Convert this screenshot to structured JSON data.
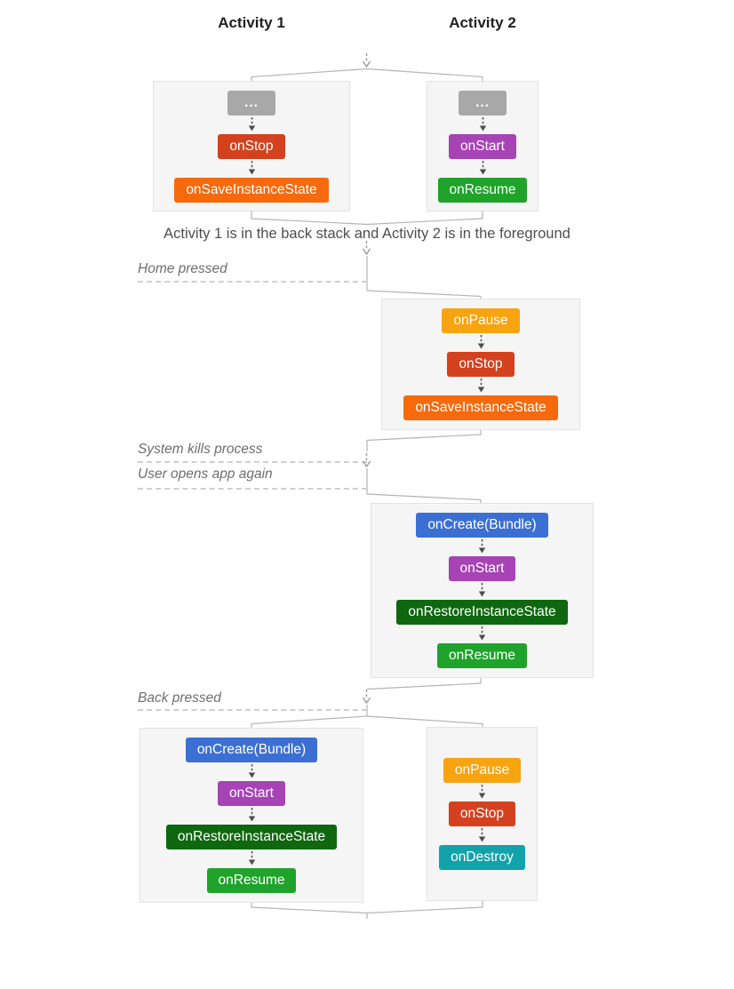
{
  "diagram": {
    "columns": [
      "Activity 1",
      "Activity 2"
    ],
    "caption": "Activity 1 is in the back stack and Activity 2 is in the foreground",
    "events": [
      {
        "label": "Home pressed"
      },
      {
        "label": "System kills process"
      },
      {
        "label": "User opens app again"
      },
      {
        "label": "Back pressed"
      }
    ],
    "stages": [
      {
        "column": "Activity 1",
        "row": 1,
        "steps": [
          {
            "label": "...",
            "color": "#A8A8A8"
          },
          {
            "label": "onStop",
            "color": "#D4411E"
          },
          {
            "label": "onSaveInstanceState",
            "color": "#F66A0D"
          }
        ]
      },
      {
        "column": "Activity 2",
        "row": 1,
        "steps": [
          {
            "label": "...",
            "color": "#A8A8A8"
          },
          {
            "label": "onStart",
            "color": "#A643B5"
          },
          {
            "label": "onResume",
            "color": "#1FA32B"
          }
        ]
      },
      {
        "column": "Activity 2",
        "row": 2,
        "steps": [
          {
            "label": "onPause",
            "color": "#F8A310"
          },
          {
            "label": "onStop",
            "color": "#D4411E"
          },
          {
            "label": "onSaveInstanceState",
            "color": "#F66A0D"
          }
        ]
      },
      {
        "column": "Activity 2",
        "row": 3,
        "steps": [
          {
            "label": "onCreate(Bundle)",
            "color": "#3C6FD3"
          },
          {
            "label": "onStart",
            "color": "#A643B5"
          },
          {
            "label": "onRestoreInstanceState",
            "color": "#0F670F"
          },
          {
            "label": "onResume",
            "color": "#1FA32B"
          }
        ]
      },
      {
        "column": "Activity 1",
        "row": 4,
        "steps": [
          {
            "label": "onCreate(Bundle)",
            "color": "#3C6FD3"
          },
          {
            "label": "onStart",
            "color": "#A643B5"
          },
          {
            "label": "onRestoreInstanceState",
            "color": "#0F670F"
          },
          {
            "label": "onResume",
            "color": "#1FA32B"
          }
        ]
      },
      {
        "column": "Activity 2",
        "row": 4,
        "steps": [
          {
            "label": "onPause",
            "color": "#F8A310"
          },
          {
            "label": "onStop",
            "color": "#D4411E"
          },
          {
            "label": "onDestroy",
            "color": "#11A2AA"
          }
        ]
      }
    ],
    "icons": {
      "down_arrow": "⇣"
    }
  }
}
